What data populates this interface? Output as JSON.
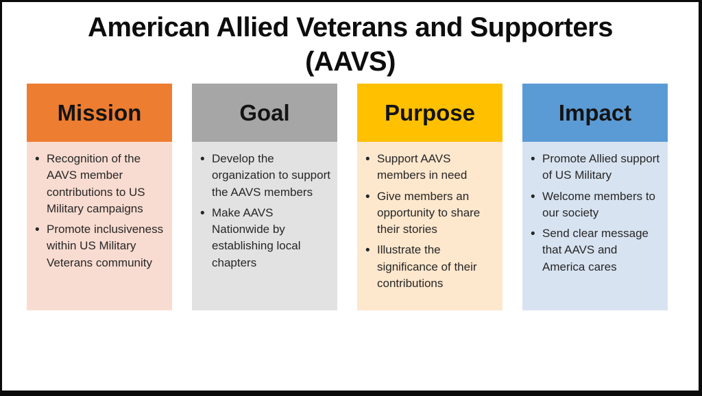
{
  "slide": {
    "title_line1": "American Allied Veterans and Supporters",
    "title_line2": "(AAVS)"
  },
  "colors": {
    "border": "#0b0b0b",
    "background": "#ffffff",
    "body_text": "#262626"
  },
  "columns": [
    {
      "label": "Mission",
      "header_color": "#ED7D31",
      "body_color": "#F9DCD1",
      "bullets": [
        "Recognition of the AAVS member contributions to US Military campaigns",
        "Promote inclusiveness within US Military Veterans community"
      ]
    },
    {
      "label": "Goal",
      "header_color": "#A6A6A6",
      "body_color": "#E2E2E2",
      "bullets": [
        "Develop the organization to support the AAVS members",
        "Make AAVS Nationwide by establishing local chapters"
      ]
    },
    {
      "label": "Purpose",
      "header_color": "#FFC000",
      "body_color": "#FDE7CD",
      "bullets": [
        "Support AAVS members in need",
        "Give members an opportunity to share their stories",
        "Illustrate the significance of their contributions"
      ]
    },
    {
      "label": "Impact",
      "header_color": "#5B9BD5",
      "body_color": "#D8E3F1",
      "bullets": [
        "Promote Allied support of US Military",
        "Welcome members to our society",
        "Send clear message that AAVS and America cares"
      ]
    }
  ]
}
